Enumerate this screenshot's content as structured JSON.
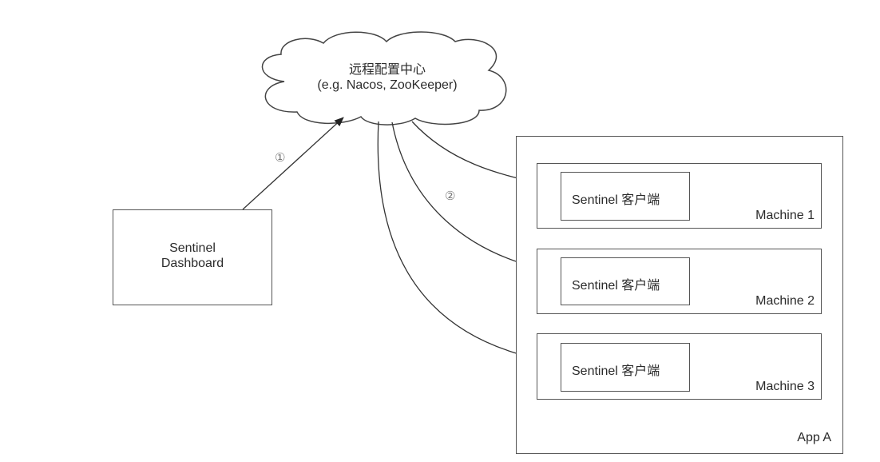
{
  "cloud": {
    "title": "远程配置中心",
    "subtitle": "(e.g. Nacos, ZooKeeper)"
  },
  "dashboard": {
    "line1": "Sentinel",
    "line2": "Dashboard"
  },
  "steps": {
    "push_to_config": "①",
    "push_to_clients": "②"
  },
  "app": {
    "label": "App A",
    "machines": [
      {
        "label": "Machine 1",
        "client": "Sentinel 客户端"
      },
      {
        "label": "Machine 2",
        "client": "Sentinel 客户端"
      },
      {
        "label": "Machine 3",
        "client": "Sentinel 客户端"
      }
    ]
  },
  "colors": {
    "stroke": "#444444",
    "text": "#2b2b2b",
    "step_label": "#777777"
  }
}
